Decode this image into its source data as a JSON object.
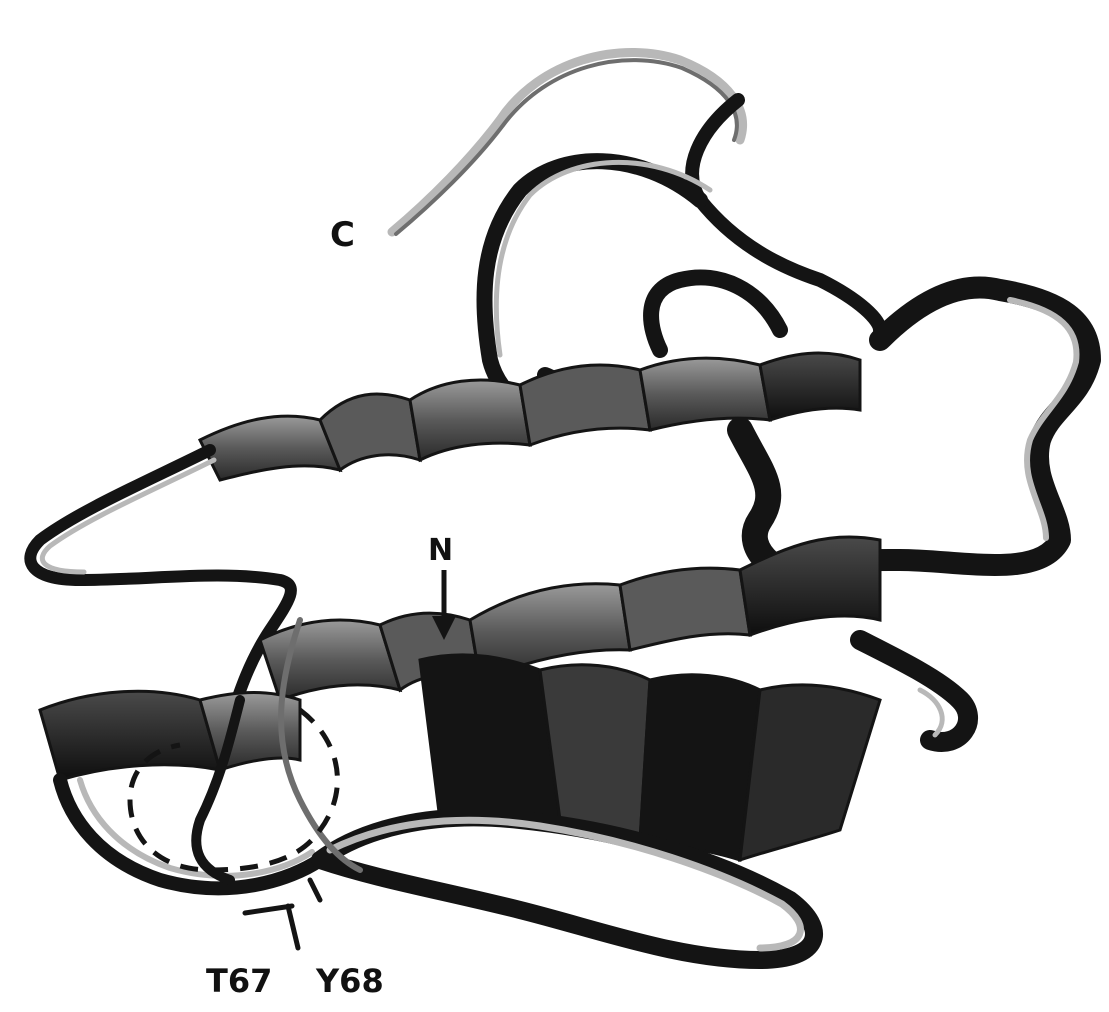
{
  "labels": {
    "c_terminus": "C",
    "n_terminus": "N",
    "residue_1": "T67",
    "residue_2": "Y68"
  },
  "colors": {
    "background": "#ffffff",
    "ribbon_dark": "#141414",
    "ribbon_mid": "#6e6e6e",
    "ribbon_light": "#b8b8b8",
    "label": "#111111"
  }
}
